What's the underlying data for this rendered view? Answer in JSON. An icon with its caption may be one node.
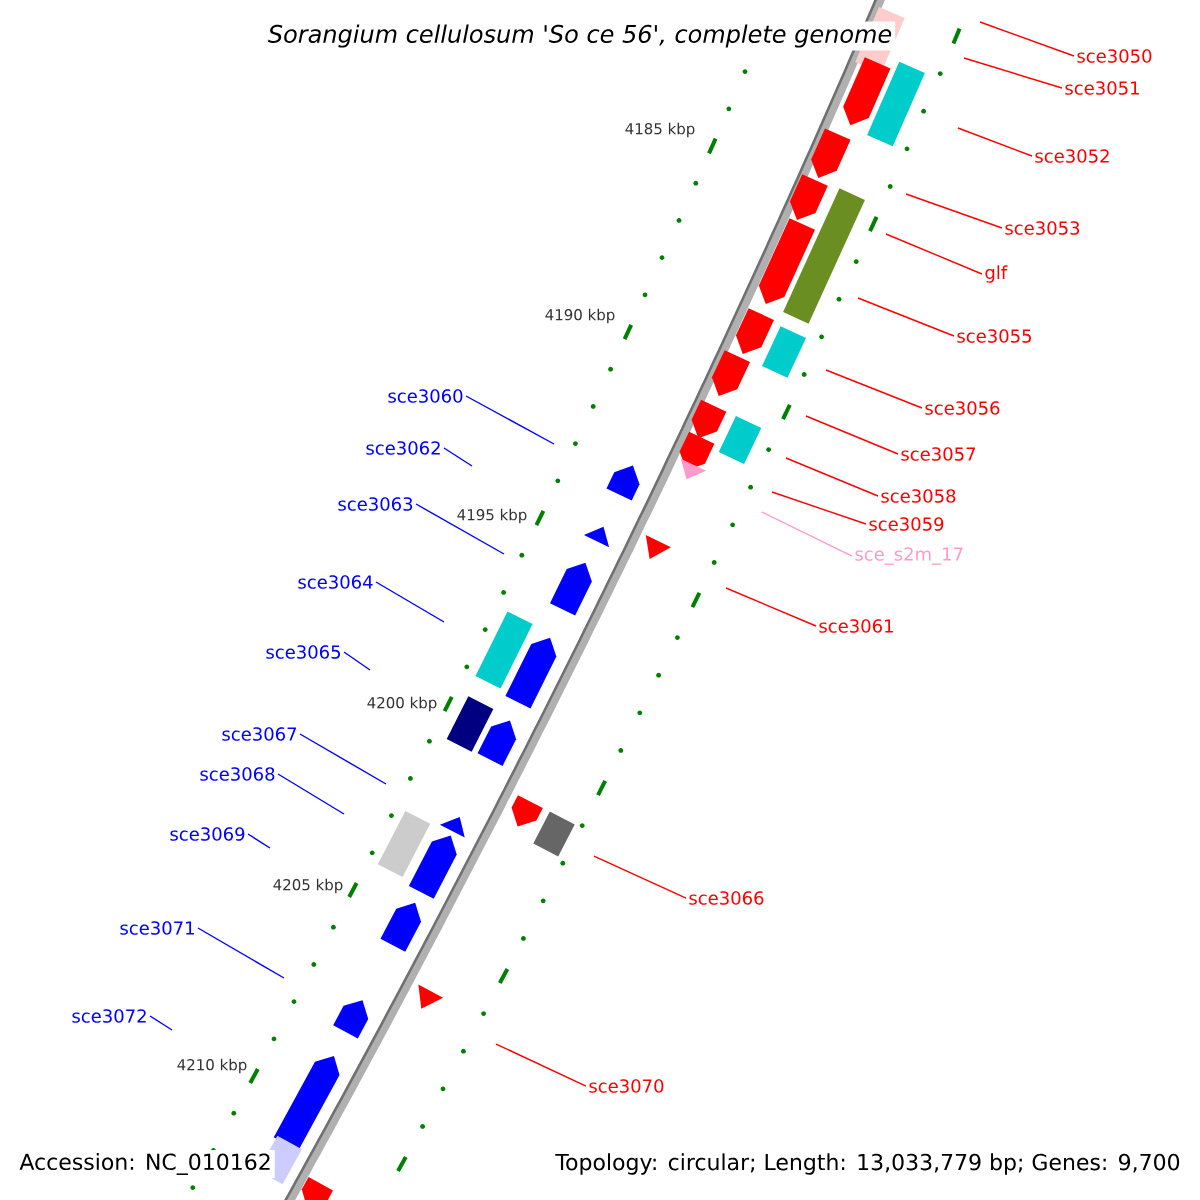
{
  "diagram": {
    "title": "Sorangium cellulosum 'So ce 56', complete genome",
    "nodes": [
      {
        "text": [
          "sce3050"
        ]
      },
      {
        "text": [
          "sce3051"
        ]
      },
      {
        "text": [
          "sce3052"
        ]
      },
      {
        "text": [
          "sce3053"
        ]
      },
      {
        "text": [
          "glf"
        ]
      },
      {
        "text": [
          "sce3055"
        ]
      },
      {
        "text": [
          "sce3060"
        ]
      },
      {
        "text": [
          "sce3056"
        ]
      },
      {
        "text": [
          "sce3062"
        ]
      },
      {
        "text": [
          "sce3057"
        ]
      },
      {
        "text": [
          "sce3058"
        ]
      },
      {
        "text": [
          "sce3063"
        ]
      },
      {
        "text": [
          "sce3059"
        ]
      },
      {
        "text": [
          "sce_s2m_17"
        ]
      },
      {
        "text": [
          "sce3064"
        ]
      },
      {
        "text": [
          "sce3061"
        ]
      },
      {
        "text": [
          "sce3065"
        ]
      },
      {
        "text": [
          "sce3067"
        ]
      },
      {
        "text": [
          "sce3068"
        ]
      },
      {
        "text": [
          "sce3069"
        ]
      },
      {
        "text": [
          "sce3066"
        ]
      },
      {
        "text": [
          "sce3071"
        ]
      },
      {
        "text": [
          "sce3072"
        ]
      },
      {
        "text": [
          "sce3070"
        ]
      }
    ],
    "edges": [
      {
        "from": 0,
        "to": null,
        "arrow": "none"
      },
      {
        "from": 1,
        "to": null,
        "arrow": "none"
      },
      {
        "from": 2,
        "to": null,
        "arrow": "none"
      },
      {
        "from": 3,
        "to": null,
        "arrow": "none"
      },
      {
        "from": 4,
        "to": null,
        "arrow": "none"
      },
      {
        "from": 5,
        "to": null,
        "arrow": "none"
      },
      {
        "from": 6,
        "to": null,
        "arrow": "none",
        "color": "#0000ff"
      },
      {
        "from": 7,
        "to": null,
        "arrow": "none"
      },
      {
        "from": 8,
        "to": null,
        "arrow": "none",
        "color": "#0000ff"
      },
      {
        "from": 9,
        "to": null,
        "arrow": "none"
      },
      {
        "from": 10,
        "to": null,
        "arrow": "none"
      },
      {
        "from": 11,
        "to": null,
        "arrow": "none",
        "color": "#0000ff"
      },
      {
        "from": 12,
        "to": null,
        "arrow": "none"
      },
      {
        "from": 13,
        "to": null,
        "arrow": "none",
        "color": "#ff99cc"
      },
      {
        "from": 14,
        "to": null,
        "arrow": "none",
        "color": "#0000ff"
      },
      {
        "from": 15,
        "to": null,
        "arrow": "none"
      },
      {
        "from": 16,
        "to": null,
        "arrow": "none",
        "color": "#0000ff"
      },
      {
        "from": 17,
        "to": null,
        "arrow": "none",
        "color": "#0000ff"
      },
      {
        "from": 18,
        "to": null,
        "arrow": "none",
        "color": "#0000ff"
      },
      {
        "from": 19,
        "to": null,
        "arrow": "none",
        "color": "#0000ff"
      },
      {
        "from": 20,
        "to": null,
        "arrow": "none"
      },
      {
        "from": 21,
        "to": null,
        "arrow": "none",
        "color": "#0000ff"
      },
      {
        "from": 22,
        "to": null,
        "arrow": "none",
        "color": "#0000ff"
      },
      {
        "from": 23,
        "to": null,
        "arrow": "none"
      }
    ],
    "labels": [
      "4185 kbp",
      "4190 kbp",
      "4195 kbp",
      "4200 kbp",
      "4205 kbp",
      "4210 kbp",
      "Accession: NC_010162",
      "Topology: circular; Length: 13,033,779 bp; Genes: 9,700"
    ]
  }
}
